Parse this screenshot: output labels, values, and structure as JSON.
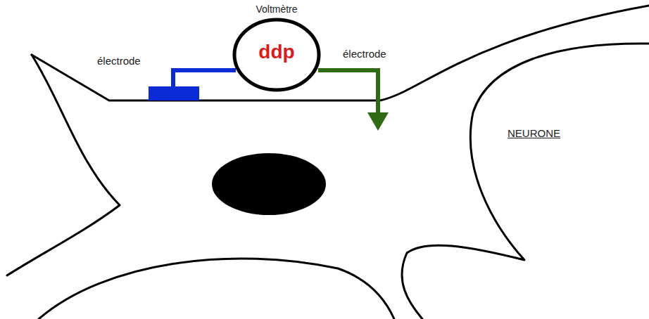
{
  "diagram": {
    "nodes": [
      {
        "text": [
          "Voltmètre",
          "ddp"
        ]
      }
    ],
    "labels": [
      "électrode",
      "électrode",
      "NEURONE"
    ]
  }
}
